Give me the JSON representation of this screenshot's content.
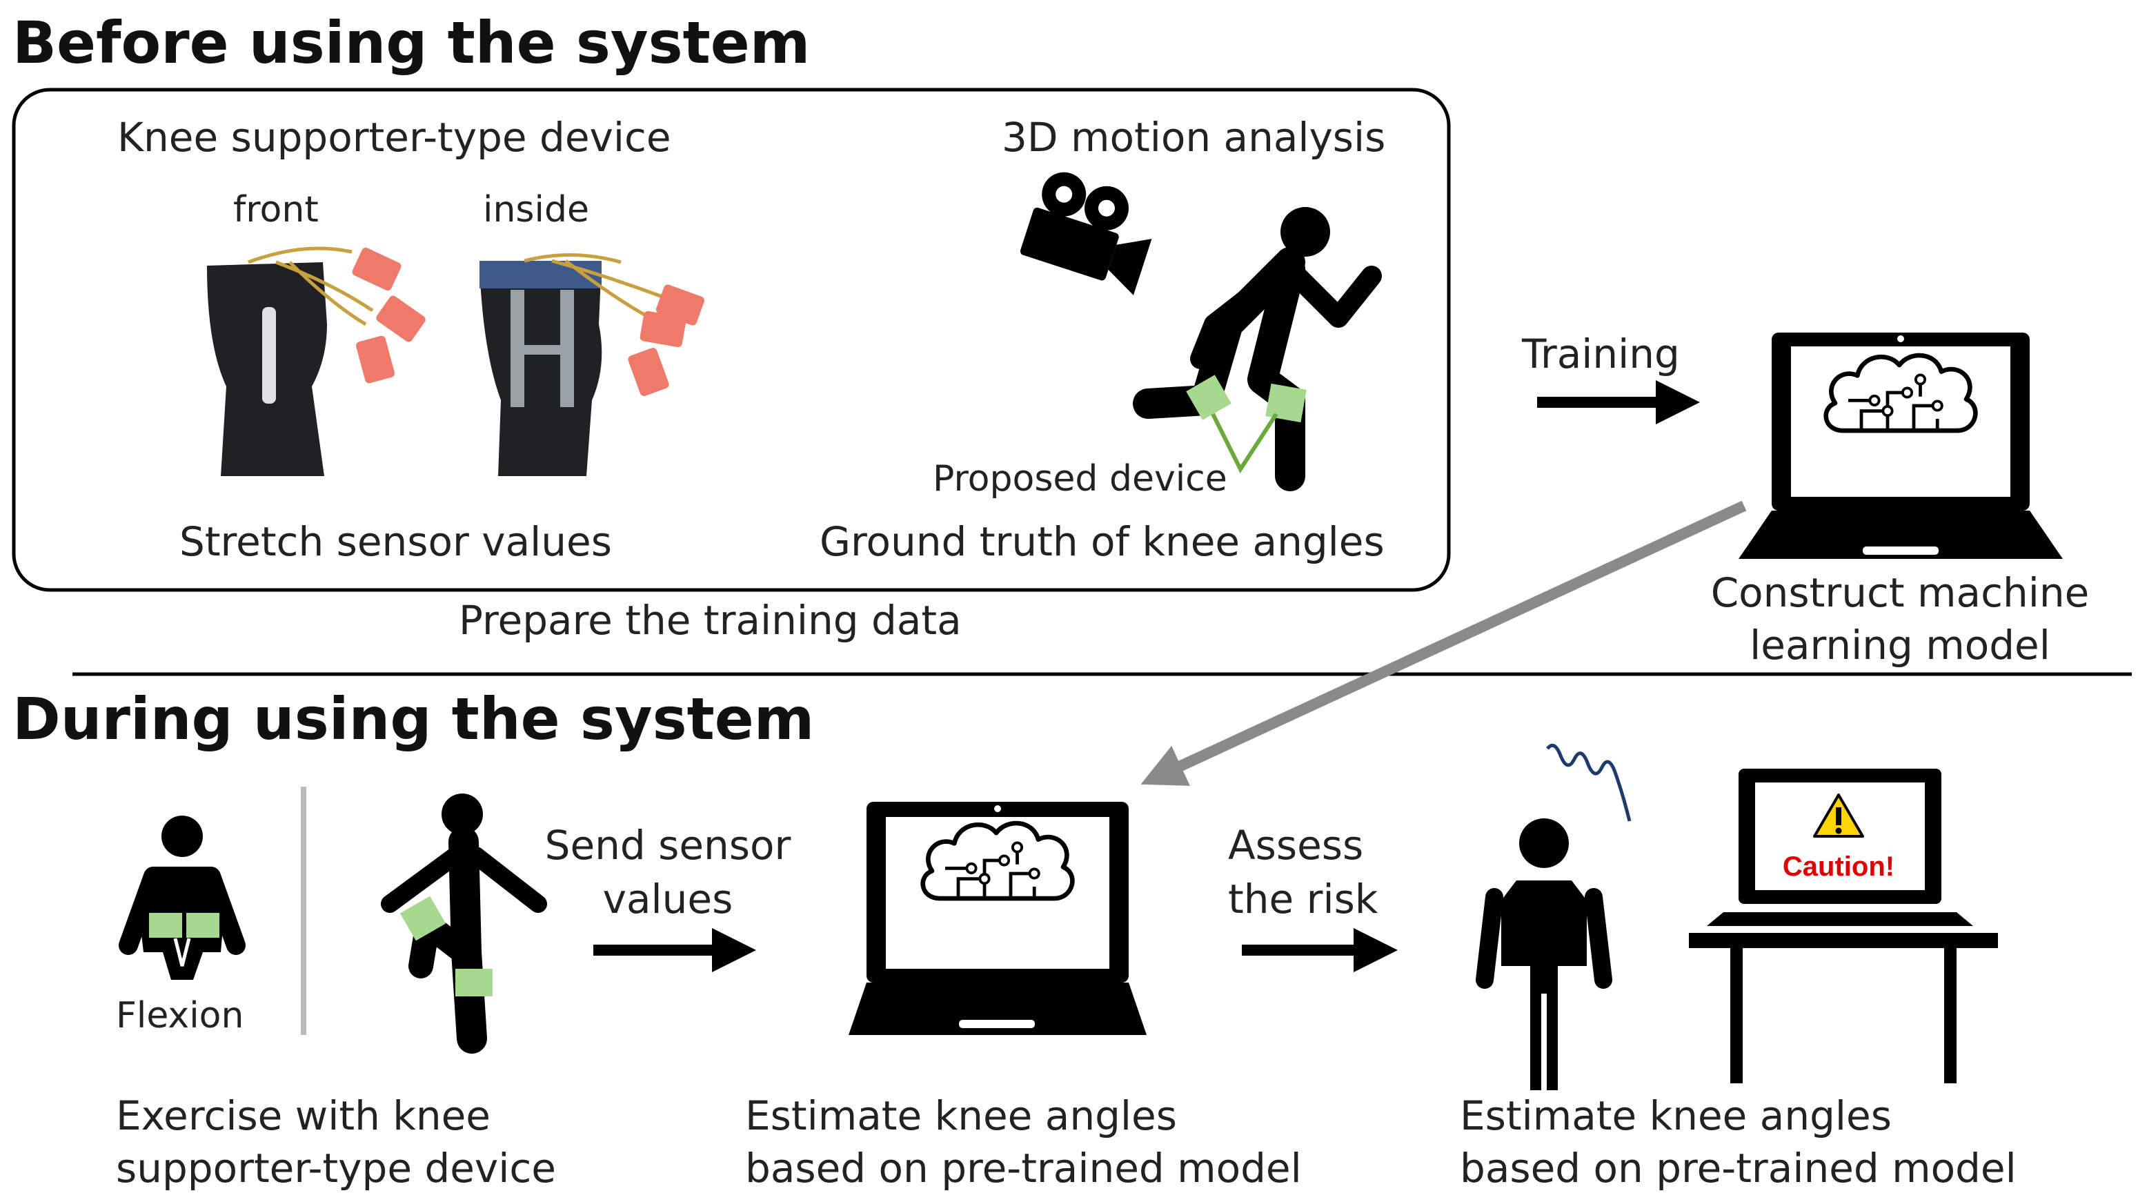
{
  "before": {
    "heading": "Before using the system",
    "device_title": "Knee supporter-type device",
    "front_label": "front",
    "inside_label": "inside",
    "motion_title": "3D motion analysis",
    "proposed_device": "Proposed device",
    "stretch_values": "Stretch sensor values",
    "ground_truth": "Ground truth of knee angles",
    "prepare": "Prepare the training data"
  },
  "training": {
    "label": "Training",
    "model_line1": "Construct machine",
    "model_line2": "learning model"
  },
  "during": {
    "heading": "During using the system",
    "flexion": "Flexion",
    "send_line1": "Send sensor",
    "send_line2": "values",
    "assess_line1": "Assess",
    "assess_line2": "the risk",
    "caution": "Caution!",
    "exercise_line1": "Exercise with knee",
    "exercise_line2": "supporter-type device",
    "estimate1_line1": "Estimate knee angles",
    "estimate1_line2": "based on pre-trained model",
    "estimate2_line1": "Estimate knee angles",
    "estimate2_line2": "based on pre-trained model"
  },
  "colors": {
    "sensor_green": "#a6d98e",
    "sensor_line": "#6aaa3a",
    "sensor_box": "#f07a6a",
    "arrow_gray": "#8a8a8a",
    "warning_yellow": "#ffd400",
    "caution_red": "#e00000"
  }
}
